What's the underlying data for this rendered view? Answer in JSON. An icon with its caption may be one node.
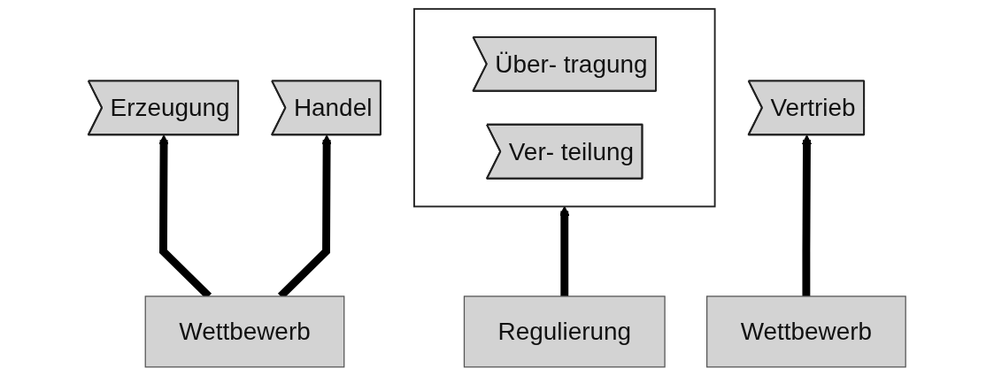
{
  "diagram": {
    "nodes": [
      {
        "text": [
          "Erzeugung"
        ]
      },
      {
        "text": [
          "Handel"
        ]
      },
      {
        "text": [],
        "shape": "box"
      },
      {
        "text": [
          "Über- tragung"
        ],
        "in": 2
      },
      {
        "text": [
          "Ver- teilung"
        ],
        "in": 2
      },
      {
        "text": [
          "Vertrieb"
        ]
      },
      {
        "text": [
          "Wettbewerb"
        ]
      },
      {
        "text": [
          "Regulierung"
        ]
      },
      {
        "text": [
          "Wettbewerb"
        ]
      }
    ],
    "edges": [
      {
        "from": 6,
        "to": 0,
        "arrow": "to"
      },
      {
        "from": 6,
        "to": 1,
        "arrow": "to"
      },
      {
        "from": 7,
        "to": 2,
        "arrow": "to"
      },
      {
        "from": 8,
        "to": 5,
        "arrow": "to"
      }
    ]
  }
}
